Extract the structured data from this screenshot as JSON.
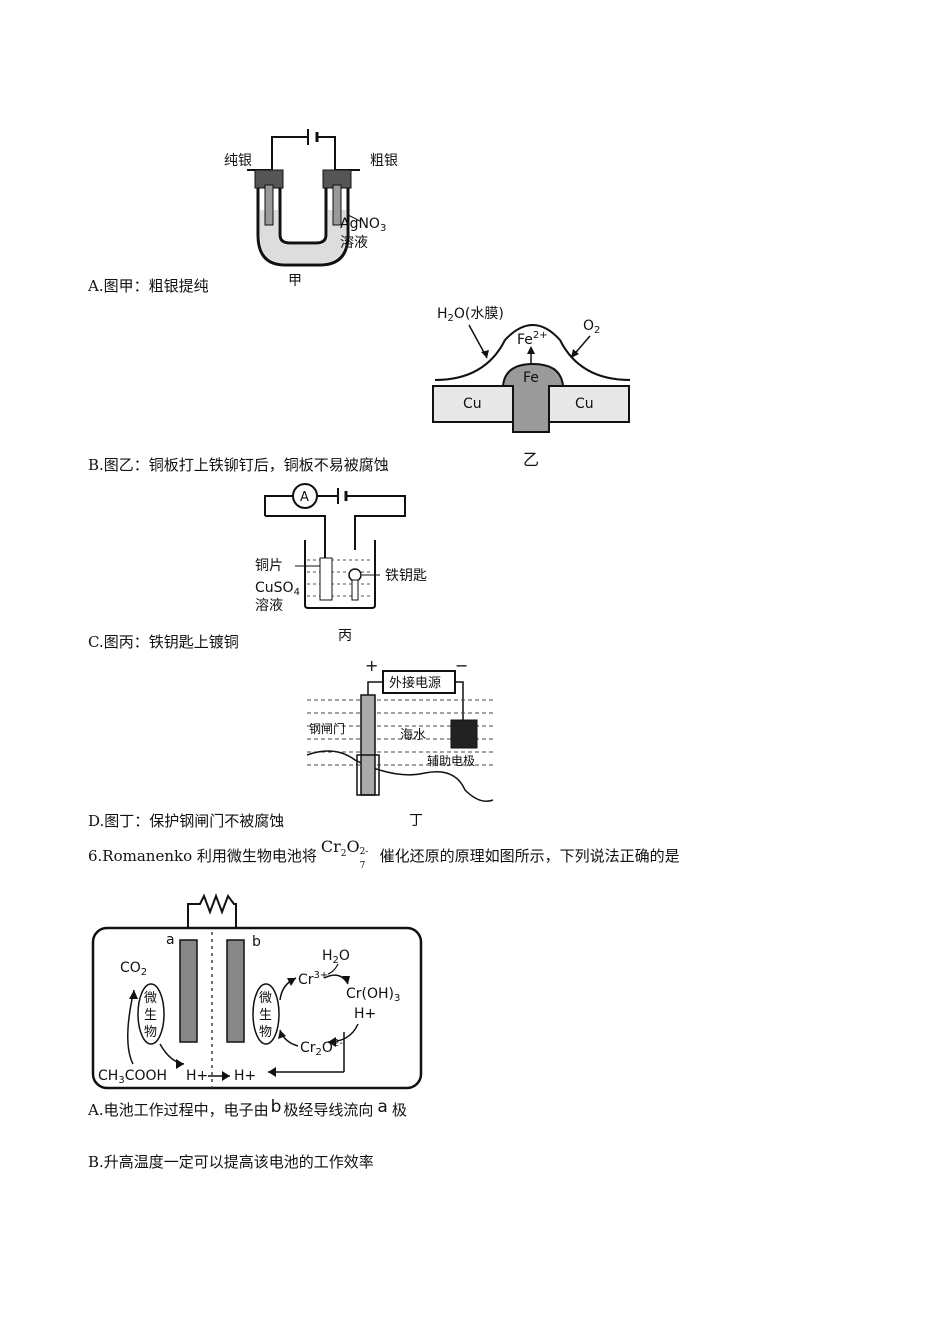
{
  "fig_jia": {
    "label_left": "纯银",
    "label_right": "粗银",
    "solution": "AgNO3溶液",
    "solution_formula": "AgNO",
    "solution_sub": "3",
    "solution_name": "溶液",
    "caption": "甲"
  },
  "option_a1": "A.图甲：粗银提纯",
  "fig_yi": {
    "water_film": "H2O(水膜)",
    "water_film_pre": "H",
    "water_film_sub": "2",
    "water_film_post": "O(水膜)",
    "ion": "Fe2+",
    "ion_base": "Fe",
    "ion_sup": "2+",
    "oxygen": "O2",
    "oxygen_base": "O",
    "oxygen_sub": "2",
    "metal_left": "Cu",
    "metal_right": "Cu",
    "rivet": "Fe",
    "caption": "乙"
  },
  "option_b1": "B.图乙：铜板打上铁铆钉后，铜板不易被腐蚀",
  "fig_bing": {
    "ammeter": "A",
    "copper": "铜片",
    "solution_formula": "CuSO",
    "solution_sub": "4",
    "solution_name": "溶液",
    "key": "铁钥匙",
    "caption": "丙"
  },
  "option_c1": "C.图丙：铁钥匙上镀铜",
  "fig_ding": {
    "plus": "+",
    "minus": "−",
    "power": "外接电源",
    "gate": "钢闸门",
    "seawater": "海水",
    "aux": "辅助电极",
    "caption": "丁"
  },
  "option_d1": "D.图丁：保护钢闸门不被腐蚀",
  "question6": {
    "before": "6.Romanenko 利用微生物电池将",
    "ion_base": "Cr",
    "ion_sub1": "2",
    "ion_mid": "O",
    "ion_sub2": "7",
    "ion_sup": "2-",
    "after": "催化还原的原理如图所示，下列说法正确的是"
  },
  "fig_cell": {
    "electrode_a": "a",
    "electrode_b": "b",
    "co2": "CO",
    "co2_sub": "2",
    "microbe_left": [
      "微",
      "生",
      "物"
    ],
    "microbe_right": [
      "微",
      "生",
      "物"
    ],
    "acetic": "CH",
    "acetic_sub": "3",
    "acetic_post": "COOH",
    "h_left": "H+",
    "h_right": "H+",
    "cr3": "Cr",
    "cr3_sup": "3+",
    "h2o": "H",
    "h2o_sub": "2",
    "h2o_post": "O",
    "croh": "Cr(OH)",
    "croh_sub": "3",
    "h_top": "H+",
    "cr2o7": "Cr",
    "cr2o7_sub1": "2",
    "cr2o7_mid": "O",
    "cr2o7_sub2": "7",
    "cr2o7_sup": "2-"
  },
  "option_a2": {
    "before": "A.电池工作过程中，电子由",
    "b": "b",
    "mid": "极经导线流向",
    "a": "a",
    "after": "极"
  },
  "option_b2": "B.升高温度一定可以提高该电池的工作效率"
}
